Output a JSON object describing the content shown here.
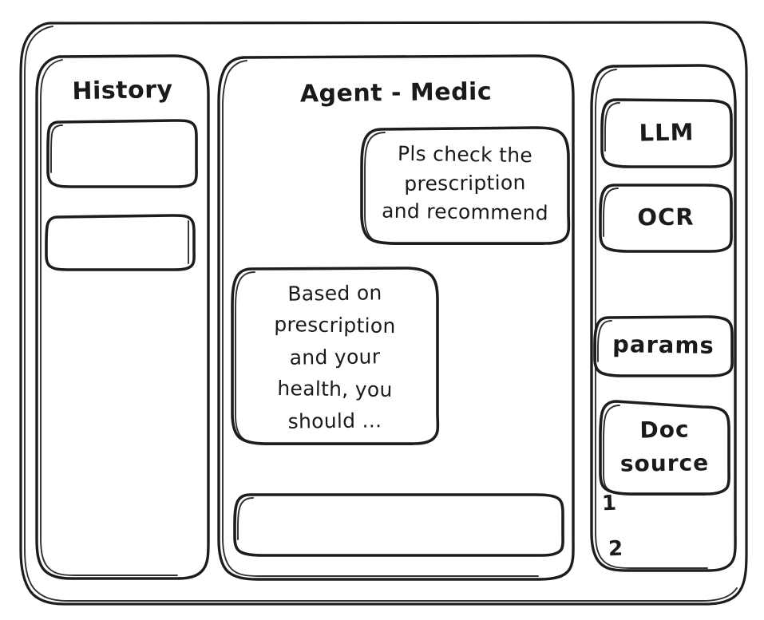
{
  "window": {
    "style": "hand-drawn wireframe sketch",
    "stroke_color": "#1d1d1d",
    "background_color": "#ffffff"
  },
  "sidebar_left": {
    "title": "History",
    "items": [
      {
        "label": ""
      },
      {
        "label": ""
      }
    ]
  },
  "main": {
    "title": "Agent - Medic",
    "messages": [
      {
        "role": "user",
        "align": "right",
        "lines": [
          "Pls check the",
          "prescription",
          "and recommend"
        ],
        "text": "Pls check the prescription and recommend"
      },
      {
        "role": "assistant",
        "align": "left",
        "lines": [
          "Based on",
          "prescription",
          "and your",
          "health, you",
          "should ..."
        ],
        "text": "Based on prescription and your health, you should ..."
      }
    ],
    "composer": {
      "value": "",
      "placeholder": ""
    }
  },
  "sidebar_right": {
    "chips": [
      {
        "label": "LLM"
      },
      {
        "label": "OCR"
      },
      {
        "label": "params"
      }
    ],
    "doc_source": {
      "label_lines": [
        "Doc",
        "source"
      ],
      "label": "Doc source",
      "entries": [
        "1",
        "2"
      ]
    }
  }
}
